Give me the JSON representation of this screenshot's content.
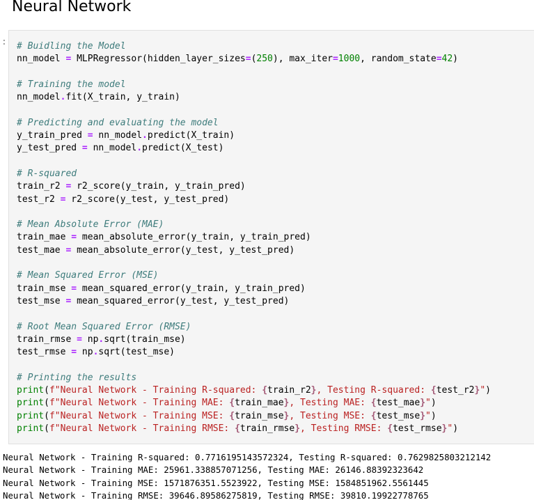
{
  "heading": "Neural Network",
  "cell_marker": ":",
  "code": {
    "c1": "# Buidling the Model",
    "c2": "# Training the model",
    "c3": "# Predicting and evaluating the model",
    "c4": "# R-squared",
    "c5": "# Mean Absolute Error (MAE)",
    "c6": "# Mean Squared Error (MSE)",
    "c7": "# Root Mean Squared Error (RMSE)",
    "c8": "# Printing the results",
    "hidden_layer_sizes": "250",
    "max_iter": "1000",
    "random_state": "42",
    "f1_str_a": "\"Neural Network - Training R-squared: ",
    "f1_str_b": ", Testing R-squared: ",
    "f2_str_a": "\"Neural Network - Training MAE: ",
    "f2_str_b": ", Testing MAE: ",
    "f3_str_a": "\"Neural Network - Training MSE: ",
    "f3_str_b": ", Testing MSE: ",
    "f4_str_a": "\"Neural Network - Training RMSE: ",
    "f4_str_b": ", Testing RMSE: ",
    "quote": "\""
  },
  "output": {
    "lines": [
      "Neural Network - Training R-squared: 0.7716195143572324, Testing R-squared: 0.7629825803212142",
      "Neural Network - Training MAE: 25961.338857071256, Testing MAE: 26146.88392323642",
      "Neural Network - Training MSE: 1571876351.5523922, Testing MSE: 1584851962.5561445",
      "Neural Network - Training RMSE: 39646.89586275819, Testing RMSE: 39810.19922778765"
    ]
  },
  "colors": {
    "comment": "#3d7b7b",
    "operator": "#aa22ff",
    "number": "#008000",
    "string": "#ba2121",
    "input_background": "#f5f5f5"
  }
}
